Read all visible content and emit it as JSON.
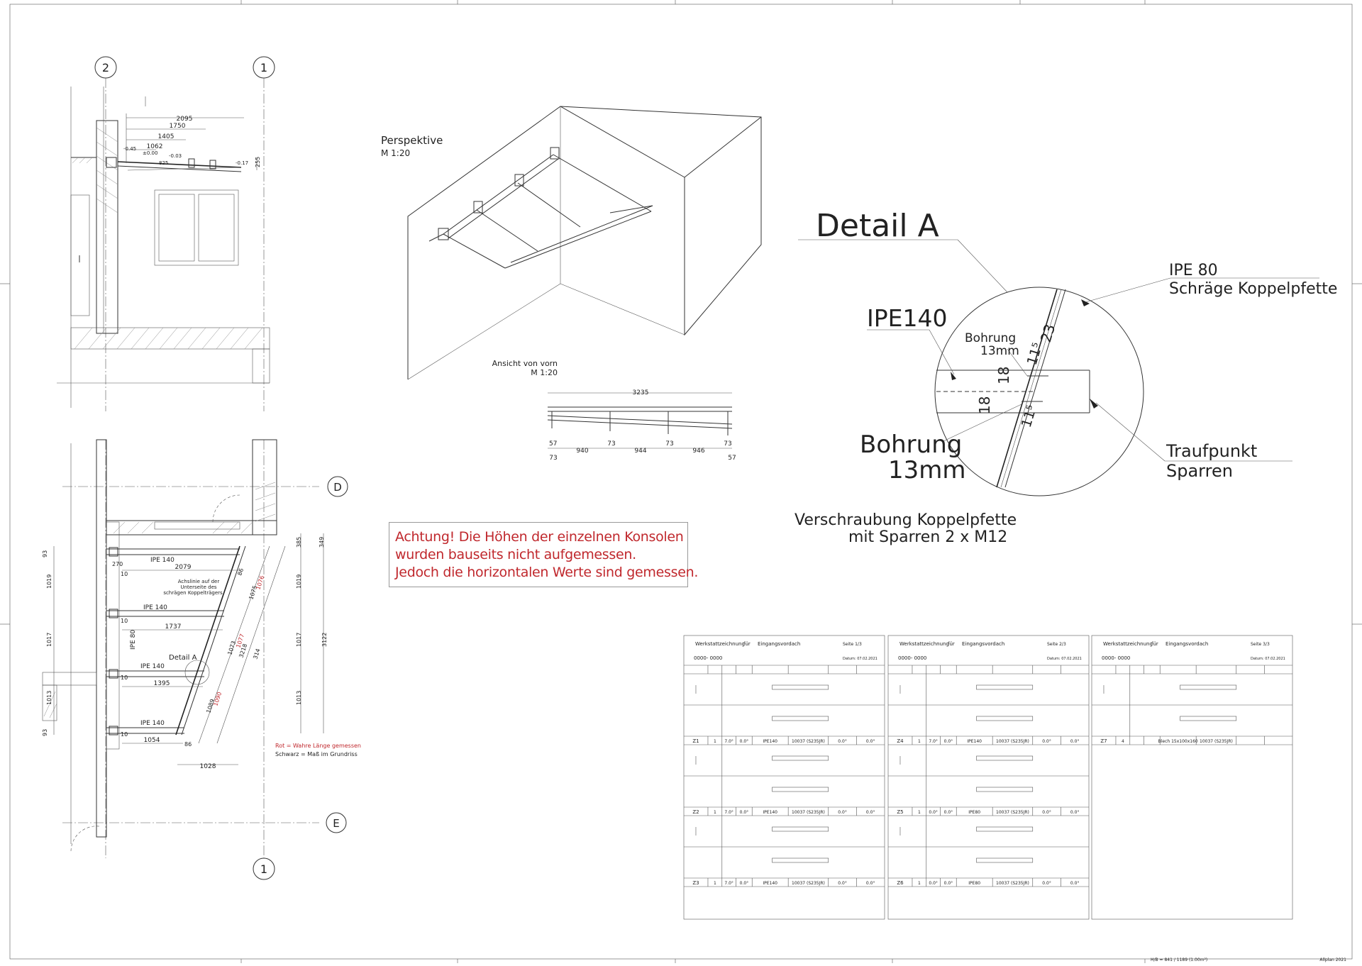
{
  "axes": {
    "top_left": "2",
    "top_right": "1",
    "d": "D",
    "e": "E",
    "bottom": "1"
  },
  "section": {
    "dims": [
      "2095",
      "1750",
      "1405",
      "1062",
      "255"
    ],
    "levels": [
      "-0.45",
      "±0.00",
      "-0.03",
      "-0.17",
      "825"
    ]
  },
  "plan": {
    "beam_labels": [
      "IPE 140",
      "IPE 140",
      "IPE 140",
      "IPE 140"
    ],
    "ipe80_label": "IPE 80",
    "lengths": [
      "2079",
      "1737",
      "1395",
      "1054",
      "1028"
    ],
    "left_dims": [
      "93",
      "1019",
      "1017",
      "1013",
      "93"
    ],
    "right_dims": [
      "385",
      "349",
      "1019",
      "1017",
      "1013",
      "3122"
    ],
    "edge_dims": [
      "270",
      "10",
      "10",
      "10",
      "10"
    ],
    "diag_dims": [
      "86",
      "1075",
      "1073",
      "1089",
      "86",
      "3218",
      "314"
    ],
    "diag_red": [
      "1076",
      "1077",
      "1090"
    ],
    "axis_note": [
      "Achslinie auf der",
      "Unterseite des",
      "schrägen Koppelträgers"
    ],
    "detail_ref": "Detail A",
    "legend_red": "Rot = Wahre Länge gemessen",
    "legend_black": "Schwarz = Maß im Grundriss"
  },
  "perspective": {
    "title": "Perspektive",
    "scale": "M 1:20"
  },
  "front_view": {
    "title": "Ansicht von vorn",
    "scale": "M 1:20",
    "total": "3235",
    "dims": [
      "57",
      "940",
      "73",
      "944",
      "73",
      "946",
      "73"
    ],
    "sub_dims": [
      "73",
      "57"
    ]
  },
  "detail": {
    "title": "Detail A",
    "ipe140": "IPE140",
    "ipe80_line1": "IPE 80",
    "ipe80_line2": "Schräge Koppelpfette",
    "bohrung_small_1": "Bohrung",
    "bohrung_small_2": "13mm",
    "bohrung_big_1": "Bohrung",
    "bohrung_big_2": "13mm",
    "traufpunkt_1": "Traufpunkt",
    "traufpunkt_2": "Sparren",
    "dims": [
      "23",
      "11⁵",
      "18",
      "18",
      "11⁵"
    ],
    "caption_1": "Verschraubung Koppelpfette",
    "caption_2": "mit Sparren 2 x M12"
  },
  "warning": {
    "line1": "Achtung! Die Höhen der einzelnen Konsolen",
    "line2": "wurden bauseits nicht aufgemessen.",
    "line3": "Jedoch die horizontalen Werte sind gemessen."
  },
  "sheets": [
    {
      "title": "Werkstattzeichnung",
      "fuer": "für",
      "project": "Eingangsvordach",
      "seite": "Seite 1/3",
      "code": "0000- 0000",
      "datum": "Datum: 07.02.2021",
      "rows": [
        {
          "pos": "Z1",
          "cells": [
            "1",
            "7.0°",
            "0.0°",
            "IPE140",
            "10037 (S235JR)",
            "0.0°",
            "0.0°"
          ]
        },
        {
          "pos": "Z2",
          "cells": [
            "1",
            "7.0°",
            "0.0°",
            "IPE140",
            "10037 (S235JR)",
            "0.0°",
            "0.0°"
          ]
        },
        {
          "pos": "Z3",
          "cells": [
            "1",
            "7.0°",
            "0.0°",
            "IPE140",
            "10037 (S235JR)",
            "0.0°",
            "0.0°"
          ]
        }
      ]
    },
    {
      "title": "Werkstattzeichnung",
      "fuer": "für",
      "project": "Eingangsvordach",
      "seite": "Seite 2/3",
      "code": "0000- 0000",
      "datum": "Datum: 07.02.2021",
      "rows": [
        {
          "pos": "Z4",
          "cells": [
            "1",
            "7.0°",
            "0.0°",
            "IPE140",
            "10037 (S235JR)",
            "0.0°",
            "0.0°"
          ]
        },
        {
          "pos": "Z5",
          "cells": [
            "1",
            "0.0°",
            "0.0°",
            "IPE80",
            "10037 (S235JR)",
            "0.0°",
            "0.0°"
          ]
        },
        {
          "pos": "Z6",
          "cells": [
            "1",
            "0.0°",
            "0.0°",
            "IPE80",
            "10037 (S235JR)",
            "0.0°",
            "0.0°"
          ]
        }
      ]
    },
    {
      "title": "Werkstattzeichnung",
      "fuer": "für",
      "project": "Eingangsvordach",
      "seite": "Seite 3/3",
      "code": "0000- 0000",
      "datum": "Datum: 07.02.2021",
      "rows": [
        {
          "pos": "Z7",
          "cells": [
            "4",
            "",
            "",
            "Blech 15x100x160",
            "10037 (S235JR)",
            "",
            ""
          ]
        }
      ]
    }
  ],
  "footer": {
    "left": "H/B = 841 / 1189 (1.00m²)",
    "right": "Allplan 2021"
  }
}
